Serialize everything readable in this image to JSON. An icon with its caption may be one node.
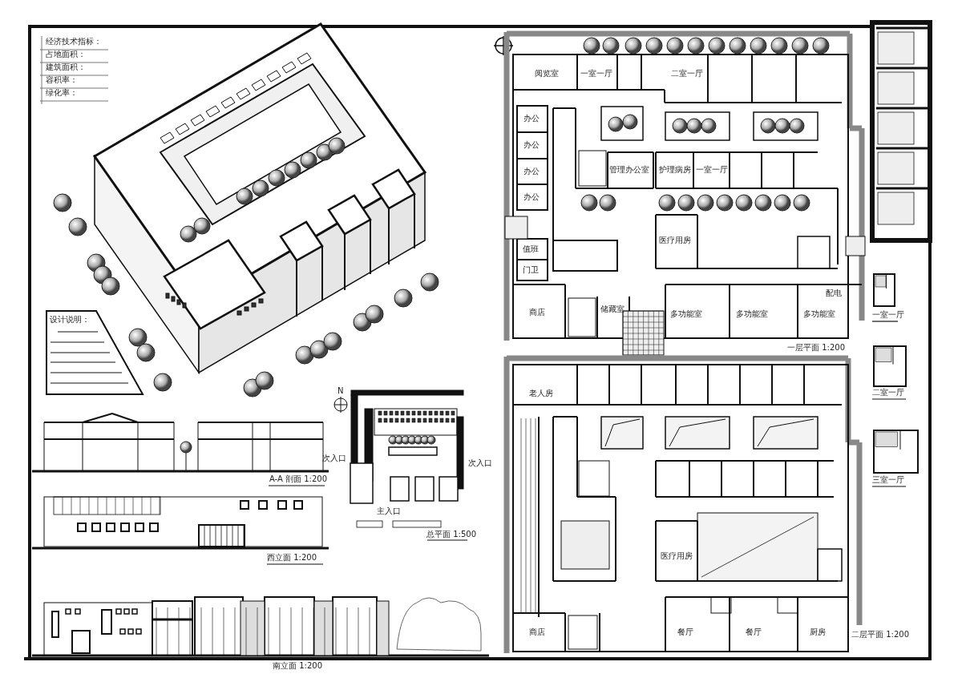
{
  "diagram": {
    "labels": [
      "经济技术指标：",
      "占地面积：",
      "建筑面积：",
      "容积率：",
      "绿化率：",
      "设计说明：",
      "A-A 剖面 1:200",
      "N",
      "次入口",
      "次入口",
      "主入口",
      "总平面 1:500",
      "西立面 1:200",
      "南立面 1:200",
      "阅览室",
      "一室一厅",
      "二室一厅",
      "办公",
      "办公",
      "办公",
      "办公",
      "管理办公室",
      "护理病房",
      "一室一厅",
      "医疗用房",
      "值班",
      "门卫",
      "商店",
      "储藏室",
      "多功能室",
      "多功能室",
      "多功能室",
      "配电",
      "一层平面 1:200",
      "老人房",
      "医疗用房",
      "商店",
      "餐厅",
      "餐厅",
      "厨房",
      "二层平面 1:200",
      "一室一厅",
      "二室一厅",
      "三室一厅"
    ]
  }
}
